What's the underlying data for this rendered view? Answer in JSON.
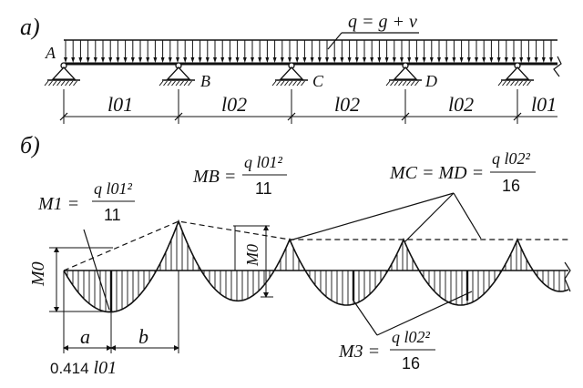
{
  "panel_a": {
    "label": "а)",
    "load_label": "q = g + v",
    "supports": [
      "A",
      "B",
      "C",
      "D"
    ],
    "spans": [
      "l01",
      "l02",
      "l02",
      "l02",
      "l01"
    ]
  },
  "panel_b": {
    "label": "б)",
    "m0_left": "M0",
    "m0_mid": "M0",
    "seg_a": "a",
    "seg_b": "b",
    "coef": "0.414",
    "coef_sub": "l01",
    "m1": {
      "lhs": "M1",
      "num": "q l01²",
      "den": "11"
    },
    "mb": {
      "lhs": "MB",
      "num": "q l01²",
      "den": "11"
    },
    "mcd": {
      "lhs": "MC = MD",
      "num": "q l02²",
      "den": "16"
    },
    "m3": {
      "lhs": "M3",
      "num": "q l02²",
      "den": "16"
    }
  },
  "colors": {
    "ink": "#111111",
    "background": "#ffffff"
  }
}
